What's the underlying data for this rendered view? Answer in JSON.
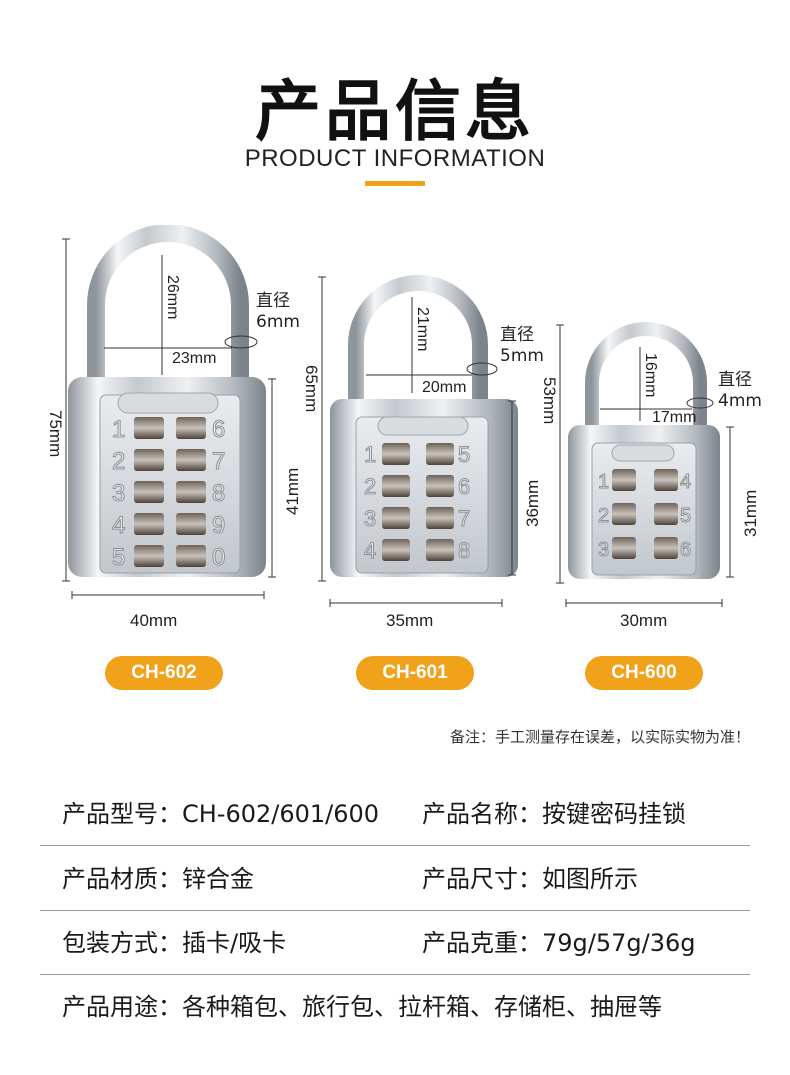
{
  "header": {
    "title_cn": "产品信息",
    "title_en": "PRODUCT INFORMATION",
    "accent_color": "#f0a21b"
  },
  "locks": [
    {
      "model": "CH-602",
      "height_total": "75mm",
      "body_height": "41mm",
      "width": "40mm",
      "shackle_height": "26mm",
      "shackle_width": "23mm",
      "diameter_label": "直径",
      "diameter": "6mm",
      "keys_left": [
        "1",
        "2",
        "3",
        "4",
        "5"
      ],
      "keys_right": [
        "6",
        "7",
        "8",
        "9",
        "0"
      ]
    },
    {
      "model": "CH-601",
      "height_total": "65mm",
      "body_height": "36mm",
      "width": "35mm",
      "shackle_height": "21mm",
      "shackle_width": "20mm",
      "diameter_label": "直径",
      "diameter": "5mm",
      "keys_left": [
        "1",
        "2",
        "3",
        "4"
      ],
      "keys_right": [
        "5",
        "6",
        "7",
        "8"
      ]
    },
    {
      "model": "CH-600",
      "height_total": "53mm",
      "body_height": "31mm",
      "width": "30mm",
      "shackle_height": "16mm",
      "shackle_width": "17mm",
      "diameter_label": "直径",
      "diameter": "4mm",
      "keys_left": [
        "1",
        "2",
        "3"
      ],
      "keys_right": [
        "4",
        "5",
        "6"
      ]
    }
  ],
  "note": "备注：手工测量存在误差，以实际实物为准！",
  "specs": {
    "model_label": "产品型号：",
    "model_value": "CH-602/601/600",
    "name_label": "产品名称：",
    "name_value": "按键密码挂锁",
    "material_label": "产品材质：",
    "material_value": "锌合金",
    "size_label": "产品尺寸：",
    "size_value": "如图所示",
    "package_label": "包装方式：",
    "package_value": "插卡/吸卡",
    "weight_label": "产品克重：",
    "weight_value": "79g/57g/36g",
    "usage_label": "产品用途：",
    "usage_value": "各种箱包、旅行包、拉杆箱、存储柜、抽屉等"
  }
}
